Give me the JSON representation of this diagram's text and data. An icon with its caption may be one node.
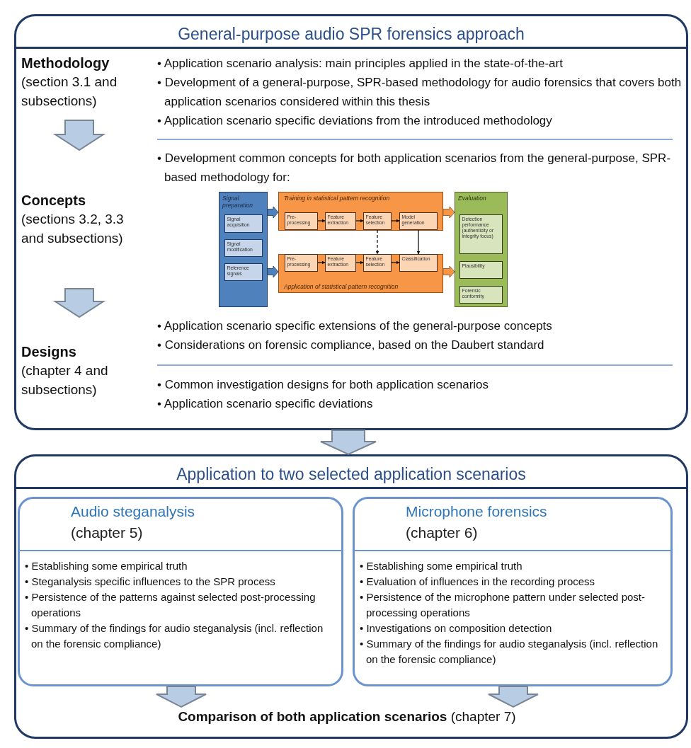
{
  "diagram": {
    "nodes": [
      {
        "text": [
          "General-purpose audio SPR forensics approach"
        ]
      },
      {
        "text": [
          "Methodology",
          "(section 3.1 and subsections)"
        ],
        "in": 0
      },
      {
        "text": [
          "Concepts",
          "(sections 3.2, 3.3 and subsections)"
        ],
        "in": 0
      },
      {
        "text": [
          "Designs",
          "(chapter 4 and subsections)"
        ],
        "in": 0
      },
      {
        "text": [
          "Signal preparation"
        ],
        "in": 0
      },
      {
        "text": [
          "Signal acquisition"
        ],
        "in": 4
      },
      {
        "text": [
          "Signal modification"
        ],
        "in": 4
      },
      {
        "text": [
          "Reference signals"
        ],
        "in": 4
      },
      {
        "text": [
          "Training in statistical pattern recognition"
        ],
        "in": 0
      },
      {
        "text": [
          "Pre-processing"
        ],
        "in": 8
      },
      {
        "text": [
          "Feature extraction"
        ],
        "in": 8
      },
      {
        "text": [
          "Feature selection"
        ],
        "in": 8
      },
      {
        "text": [
          "Model generation"
        ],
        "in": 8
      },
      {
        "text": [
          "Application of statistical pattern recognition"
        ],
        "in": 0
      },
      {
        "text": [
          "Pre-processing"
        ],
        "in": 13
      },
      {
        "text": [
          "Feature extraction"
        ],
        "in": 13
      },
      {
        "text": [
          "Feature selection"
        ],
        "in": 13
      },
      {
        "text": [
          "Classification"
        ],
        "in": 13
      },
      {
        "text": [
          "Evaluation"
        ],
        "in": 0
      },
      {
        "text": [
          "Detection performance (authenticity or integrity focus)"
        ],
        "in": 18
      },
      {
        "text": [
          "Plausibility"
        ],
        "in": 18
      },
      {
        "text": [
          "Forensic conformity"
        ],
        "in": 18
      },
      {
        "text": [
          "Application to two selected application scenarios"
        ]
      },
      {
        "text": [
          "Audio steganalysis",
          "(chapter 5)",
          "• Establishing some empirical truth",
          "• Steganalysis specific influences to the SPR process",
          "• Persistence of the patterns against selected post-processing operations",
          "• Summary of the findings for audio steganalysis (incl. reflection on the forensic compliance)"
        ],
        "in": 22
      },
      {
        "text": [
          "Microphone forensics",
          "(chapter 6)",
          "• Establishing some empirical truth",
          "• Evaluation of influences in the recording process",
          "• Persistence of the microphone pattern under selected post-processing operations",
          "• Investigations on composition detection",
          "• Summary of the findings for audio steganalysis (incl. reflection on the forensic compliance)"
        ],
        "in": 22
      },
      {
        "text": [
          "**Comparison of both application scenarios** (chapter 7)"
        ],
        "in": 22
      }
    ],
    "edges": [
      {
        "from": 1,
        "to": 2,
        "arrow": "to",
        "style": "thick",
        "color": "#b8cce4"
      },
      {
        "from": 2,
        "to": 3,
        "arrow": "to",
        "style": "thick",
        "color": "#b8cce4"
      },
      {
        "from": 4,
        "to": 8,
        "arrow": "to",
        "style": "thick",
        "color": "#4f81bd"
      },
      {
        "from": 4,
        "to": 13,
        "arrow": "to",
        "style": "thick",
        "color": "#4f81bd"
      },
      {
        "from": 9,
        "to": 10,
        "arrow": "to"
      },
      {
        "from": 10,
        "to": 11,
        "arrow": "to"
      },
      {
        "from": 11,
        "to": 12,
        "arrow": "to"
      },
      {
        "from": 14,
        "to": 15,
        "arrow": "to"
      },
      {
        "from": 15,
        "to": 16,
        "arrow": "to"
      },
      {
        "from": 16,
        "to": 17,
        "arrow": "to"
      },
      {
        "from": 11,
        "to": 16,
        "arrow": "to",
        "style": "dashed"
      },
      {
        "from": 12,
        "to": 17,
        "arrow": "to"
      },
      {
        "from": 8,
        "to": 18,
        "arrow": "to",
        "style": "thick",
        "color": "#f79646"
      },
      {
        "from": 13,
        "to": 18,
        "arrow": "to",
        "style": "thick",
        "color": "#f79646"
      },
      {
        "from": 0,
        "to": 22,
        "arrow": "to",
        "style": "thick",
        "color": "#b8cce4"
      },
      {
        "from": 23,
        "to": 25,
        "arrow": "to",
        "style": "thick",
        "color": "#b8cce4"
      },
      {
        "from": 24,
        "to": 25,
        "arrow": "to",
        "style": "thick",
        "color": "#b8cce4"
      }
    ],
    "labels": [
      "• Application scenario analysis: main principles applied in the state-of-the-art",
      "• Development of a general-purpose, SPR-based methodology for audio forensics that covers both application scenarios considered within this thesis",
      "• Application scenario specific deviations from the introduced methodology",
      "• Development common concepts for both application scenarios from the general-purpose, SPR-based methodology for:",
      "• Application scenario specific extensions of the general-purpose concepts",
      "• Considerations on forensic compliance, based on the Daubert standard",
      "• Common investigation designs for both application scenarios",
      "• Application scenario specific deviations"
    ]
  }
}
